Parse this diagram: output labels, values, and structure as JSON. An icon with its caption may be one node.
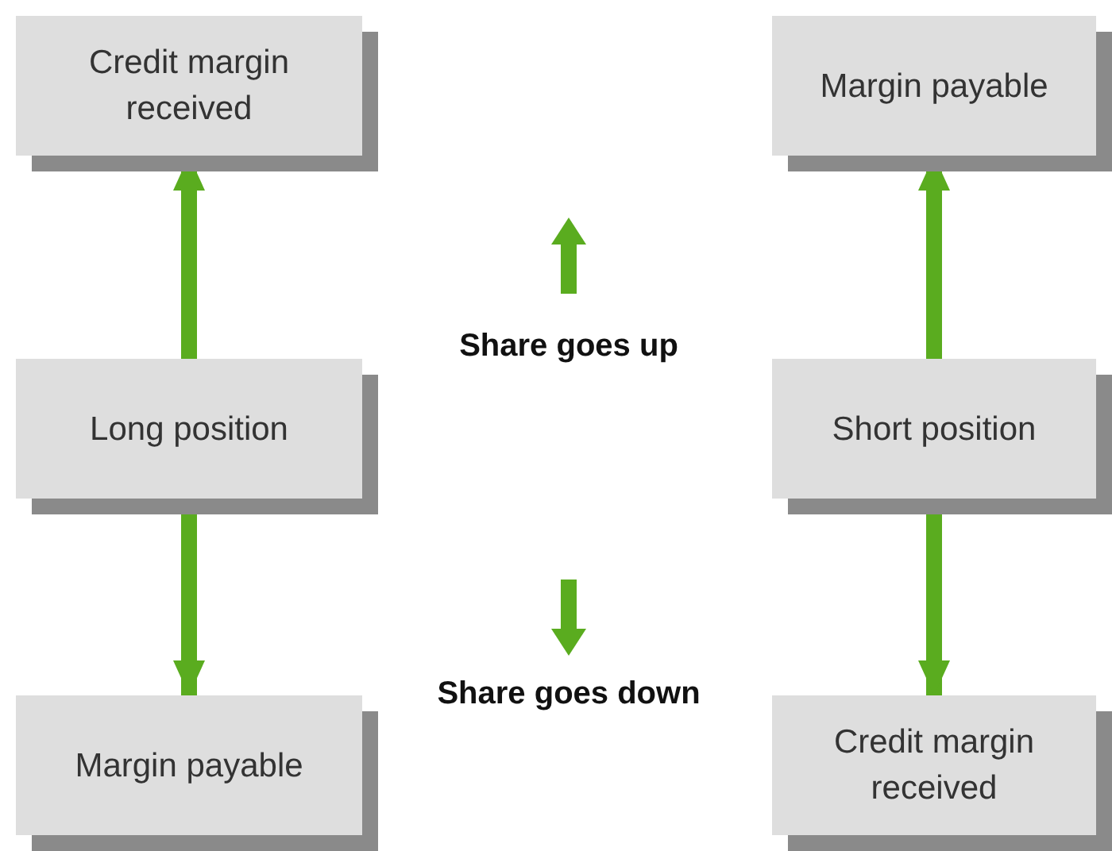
{
  "diagram": {
    "nodes": [
      {
        "text": [
          "Credit margin received"
        ]
      },
      {
        "text": [
          "Margin payable"
        ]
      },
      {
        "text": [
          "Long position"
        ]
      },
      {
        "text": [
          "Short position"
        ]
      },
      {
        "text": [
          "Margin payable"
        ]
      },
      {
        "text": [
          "Credit margin received"
        ]
      }
    ],
    "edges": [
      {
        "from": 2,
        "to": 0,
        "arrow": "to"
      },
      {
        "from": 3,
        "to": 1,
        "arrow": "to"
      },
      {
        "from": 2,
        "to": 4,
        "arrow": "to"
      },
      {
        "from": 3,
        "to": 5,
        "arrow": "to"
      }
    ],
    "labels": [
      "Share goes up",
      "Share goes down"
    ]
  }
}
